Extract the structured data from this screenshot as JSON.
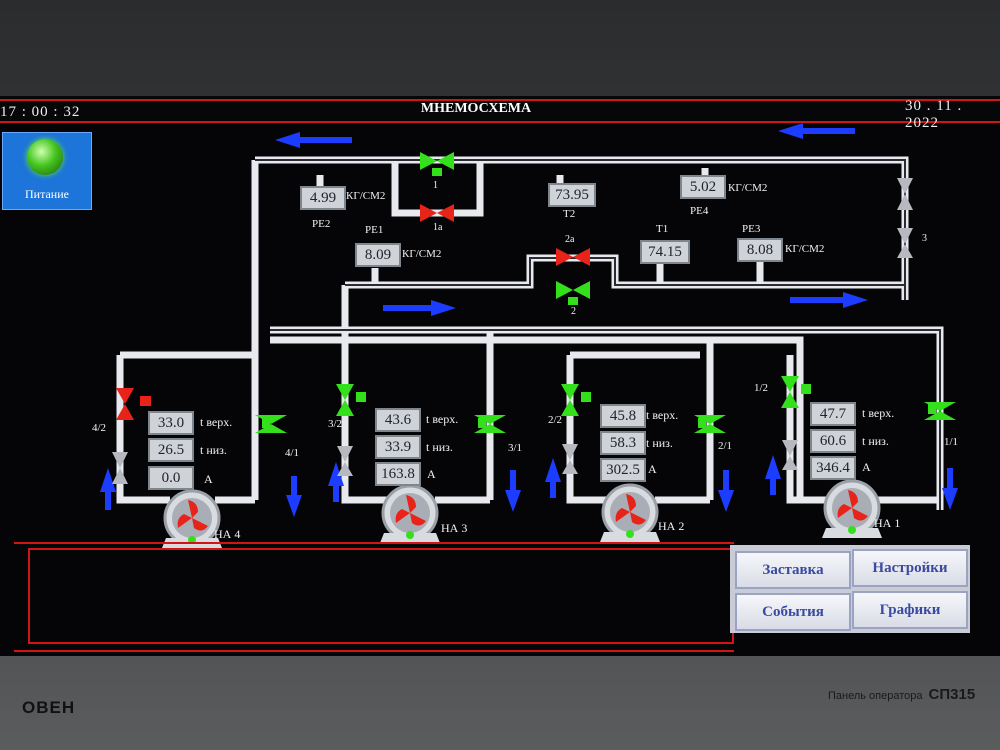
{
  "header": {
    "time": "17 : 00 : 32",
    "title": "МНЕМОСХЕМА",
    "date": "30 . 11 . 2022"
  },
  "power": {
    "label": "Питание",
    "color": "#44c41e"
  },
  "sensors": {
    "pe2": {
      "tag": "PE2",
      "value": "4.99",
      "unit": "КГ/СМ2"
    },
    "pe1": {
      "tag": "PE1",
      "value": "8.09",
      "unit": "КГ/СМ2"
    },
    "t2": {
      "tag": "T2",
      "value": "73.95"
    },
    "pe4": {
      "tag": "PE4",
      "value": "5.02",
      "unit": "КГ/СМ2"
    },
    "t1": {
      "tag": "T1",
      "value": "74.15"
    },
    "pe3": {
      "tag": "PE3",
      "value": "8.08",
      "unit": "КГ/СМ2"
    }
  },
  "valves": {
    "v1": "1",
    "v1a": "1a",
    "v2a": "2a",
    "v2": "2",
    "v3": "3"
  },
  "pumps": [
    {
      "name": "НА 4",
      "in": "4/2",
      "out": "4/1",
      "t_top": "33.0",
      "t_bot": "26.5",
      "amp": "0.0",
      "state": "fault"
    },
    {
      "name": "НА 3",
      "in": "3/2",
      "out": "3/1",
      "t_top": "43.6",
      "t_bot": "33.9",
      "amp": "163.8",
      "state": "run"
    },
    {
      "name": "НА 2",
      "in": "2/2",
      "out": "2/1",
      "t_top": "45.8",
      "t_bot": "58.3",
      "amp": "302.5",
      "state": "run"
    },
    {
      "name": "НА 1",
      "in": "1/2",
      "out": "1/1",
      "t_top": "47.7",
      "t_bot": "60.6",
      "amp": "346.4",
      "state": "run"
    }
  ],
  "labels": {
    "t_top": "t верх.",
    "t_bot": "t низ.",
    "amp": "A"
  },
  "buttons": {
    "screensaver": "Заставка",
    "settings": "Настройки",
    "events": "События",
    "charts": "Графики"
  },
  "bezel": {
    "brand": "ОВЕН",
    "model_prefix": "Панель оператора",
    "model": "СП315"
  },
  "colors": {
    "valve_open": "#34e01b",
    "valve_closed": "#e8241a",
    "flow_arrow": "#1c3cff",
    "pipe": "#e7e9ee"
  }
}
